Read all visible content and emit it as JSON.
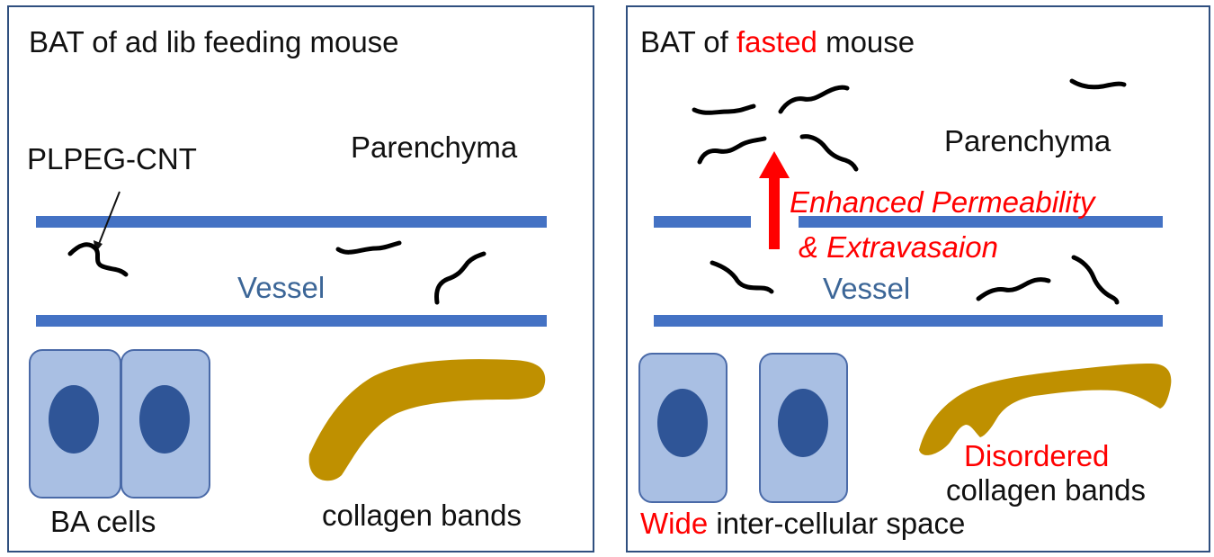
{
  "left_panel": {
    "title": "BAT of ad lib feeding mouse",
    "pointer_label": "PLPEG-CNT",
    "region_label": "Parenchyma",
    "vessel_label": "Vessel",
    "cells_label": "BA cells",
    "collagen_label": "collagen bands"
  },
  "right_panel": {
    "title_prefix": "BAT of ",
    "title_highlight": "fasted",
    "title_suffix": " mouse",
    "region_label": "Parenchyma",
    "arrow_label_line1": "Enhanced Permeability",
    "arrow_label_line2": "& Extravasaion",
    "vessel_label": "Vessel",
    "collagen_highlight": "Disordered",
    "collagen_label": "collagen bands",
    "space_highlight": "Wide",
    "space_label": " inter-cellular space"
  },
  "colors": {
    "vessel_wall": "#4472c4",
    "vessel_text": "#3c6697",
    "cell_fill": "#a9bfe3",
    "cell_stroke": "#4a6aa8",
    "nucleus": "#2f5597",
    "collagen": "#bf9000",
    "highlight": "#ff0000",
    "border": "#2f4f7f"
  }
}
